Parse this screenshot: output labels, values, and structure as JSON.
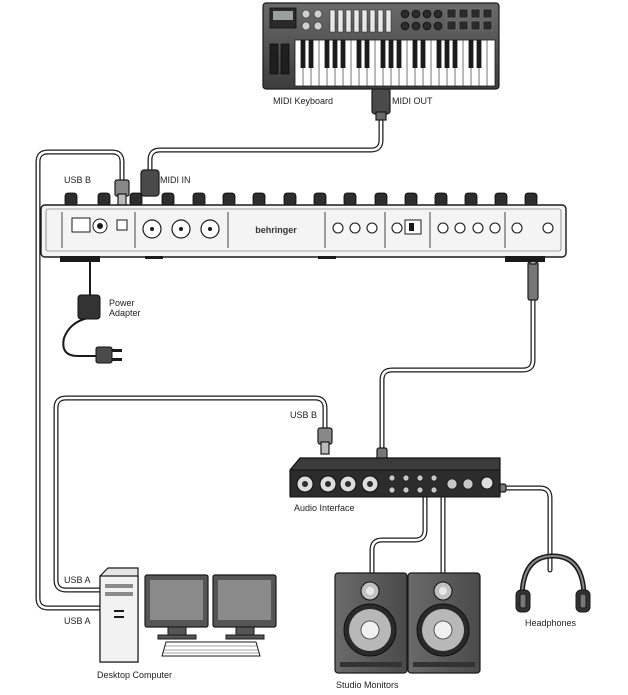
{
  "labels": {
    "midi_keyboard": "MIDI Keyboard",
    "midi_out": "MIDI OUT",
    "usb_b_top": "USB B",
    "midi_in": "MIDI IN",
    "power_adapter": "Power Adapter",
    "usb_b_interface": "USB B",
    "audio_interface": "Audio Interface",
    "usb_a_1": "USB A",
    "usb_a_2": "USB A",
    "desktop_computer": "Desktop Computer",
    "studio_monitors": "Studio Monitors",
    "headphones": "Headphones",
    "synth_brand": "behringer"
  },
  "colors": {
    "line": "#1a1a1a",
    "cable_fill": "#ffffff",
    "device_dark": "#3a3a3a",
    "device_mid": "#8a8a8a",
    "device_light": "#d8d8d8",
    "speaker_body": "#555555",
    "speaker_cone": "#bdbdbd"
  }
}
